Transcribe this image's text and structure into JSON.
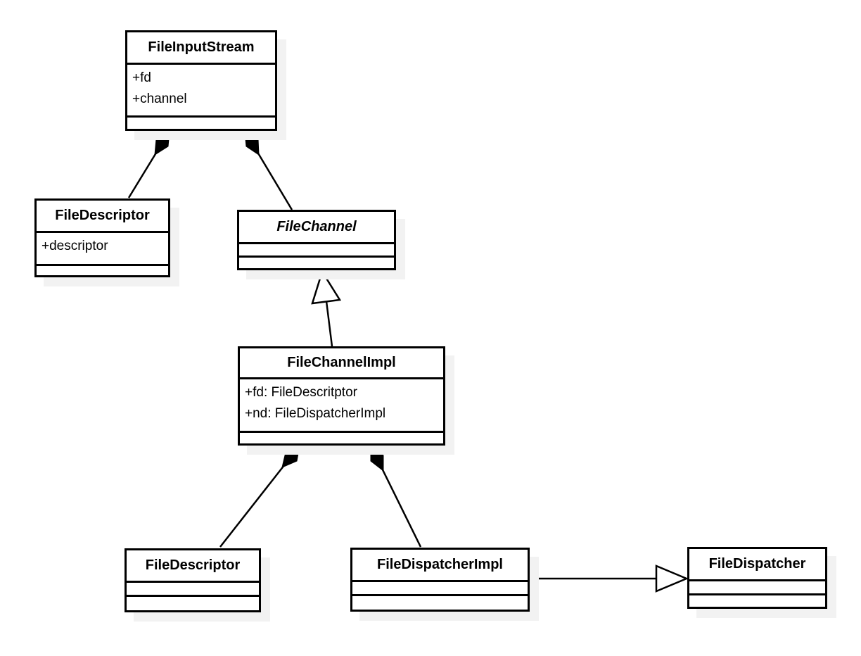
{
  "diagram_type": "uml-class-diagram",
  "colors": {
    "background": "#ffffff",
    "line": "#000000",
    "box_fill": "#ffffff",
    "shadow": "#f2f2f2"
  },
  "classes": [
    {
      "name": "FileInputStream",
      "abstract": false,
      "attributes": [
        "+fd",
        "+channel"
      ],
      "methods": []
    },
    {
      "name": "FileDescriptor",
      "abstract": false,
      "attributes": [
        "+descriptor"
      ],
      "methods": []
    },
    {
      "name": "FileChannel",
      "abstract": true,
      "attributes": [],
      "methods": []
    },
    {
      "name": "FileChannelImpl",
      "abstract": false,
      "attributes": [
        "+fd: FileDescritptor",
        "+nd: FileDispatcherImpl"
      ],
      "methods": []
    },
    {
      "name": "FileDescriptor",
      "abstract": false,
      "attributes": [],
      "methods": []
    },
    {
      "name": "FileDispatcherImpl",
      "abstract": false,
      "attributes": [],
      "methods": []
    },
    {
      "name": "FileDispatcher",
      "abstract": false,
      "attributes": [],
      "methods": []
    }
  ],
  "relationships": [
    {
      "type": "composition",
      "from": "FileDescriptor",
      "to": "FileInputStream",
      "arrow": "filled-diamond-at-whole"
    },
    {
      "type": "composition",
      "from": "FileChannel",
      "to": "FileInputStream",
      "arrow": "filled-diamond-at-whole"
    },
    {
      "type": "generalization",
      "from": "FileChannelImpl",
      "to": "FileChannel",
      "arrow": "hollow-triangle-at-parent"
    },
    {
      "type": "composition",
      "from": "FileDescriptor",
      "to": "FileChannelImpl",
      "arrow": "filled-diamond-at-whole"
    },
    {
      "type": "composition",
      "from": "FileDispatcherImpl",
      "to": "FileChannelImpl",
      "arrow": "filled-diamond-at-whole"
    },
    {
      "type": "generalization",
      "from": "FileDispatcherImpl",
      "to": "FileDispatcher",
      "arrow": "hollow-triangle-at-parent"
    }
  ]
}
